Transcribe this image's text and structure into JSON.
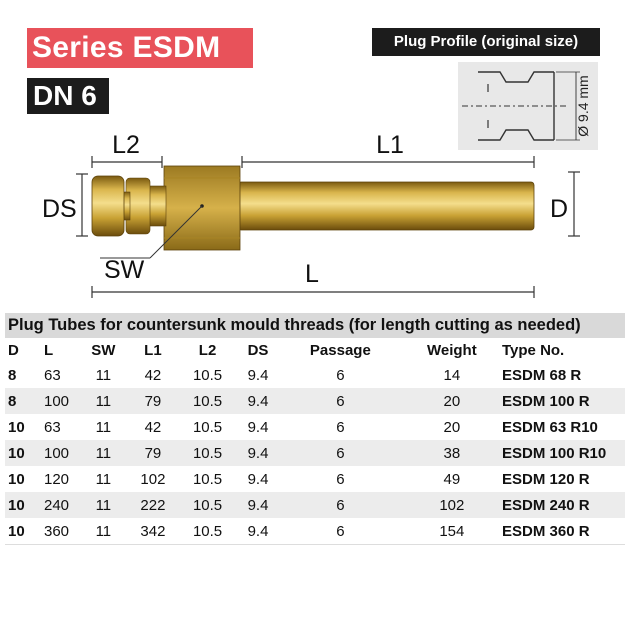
{
  "header": {
    "series": "Series ESDM",
    "dn": "DN 6",
    "profile_title": "Plug Profile (original size)",
    "profile_dim": "Ø 9.4 mm"
  },
  "drawing": {
    "label_l2": "L2",
    "label_l1": "L1",
    "label_ds": "DS",
    "label_d": "D",
    "label_sw": "SW",
    "label_l": "L"
  },
  "table": {
    "title": "Plug Tubes for countersunk mould threads (for length cutting as needed)",
    "headers": [
      "D",
      "L",
      "SW",
      "L1",
      "L2",
      "DS",
      "Passage",
      "Weight",
      "Type No."
    ],
    "rows": [
      [
        "8",
        "63",
        "11",
        "42",
        "10.5",
        "9.4",
        "6",
        "14",
        "ESDM 68 R"
      ],
      [
        "8",
        "100",
        "11",
        "79",
        "10.5",
        "9.4",
        "6",
        "20",
        "ESDM 100 R"
      ],
      [
        "10",
        "63",
        "11",
        "42",
        "10.5",
        "9.4",
        "6",
        "20",
        "ESDM 63 R10"
      ],
      [
        "10",
        "100",
        "11",
        "79",
        "10.5",
        "9.4",
        "6",
        "38",
        "ESDM 100 R10"
      ],
      [
        "10",
        "120",
        "11",
        "102",
        "10.5",
        "9.4",
        "6",
        "49",
        "ESDM 120 R"
      ],
      [
        "10",
        "240",
        "11",
        "222",
        "10.5",
        "9.4",
        "6",
        "102",
        "ESDM 240 R"
      ],
      [
        "10",
        "360",
        "11",
        "342",
        "10.5",
        "9.4",
        "6",
        "154",
        "ESDM 360 R"
      ]
    ]
  },
  "colors": {
    "series_bg": "#e8525a",
    "dark_bg": "#1c1c1c",
    "brass": "#c9a234",
    "table_header_bg": "#d9d9d9",
    "row_alt_bg": "#ececec"
  }
}
